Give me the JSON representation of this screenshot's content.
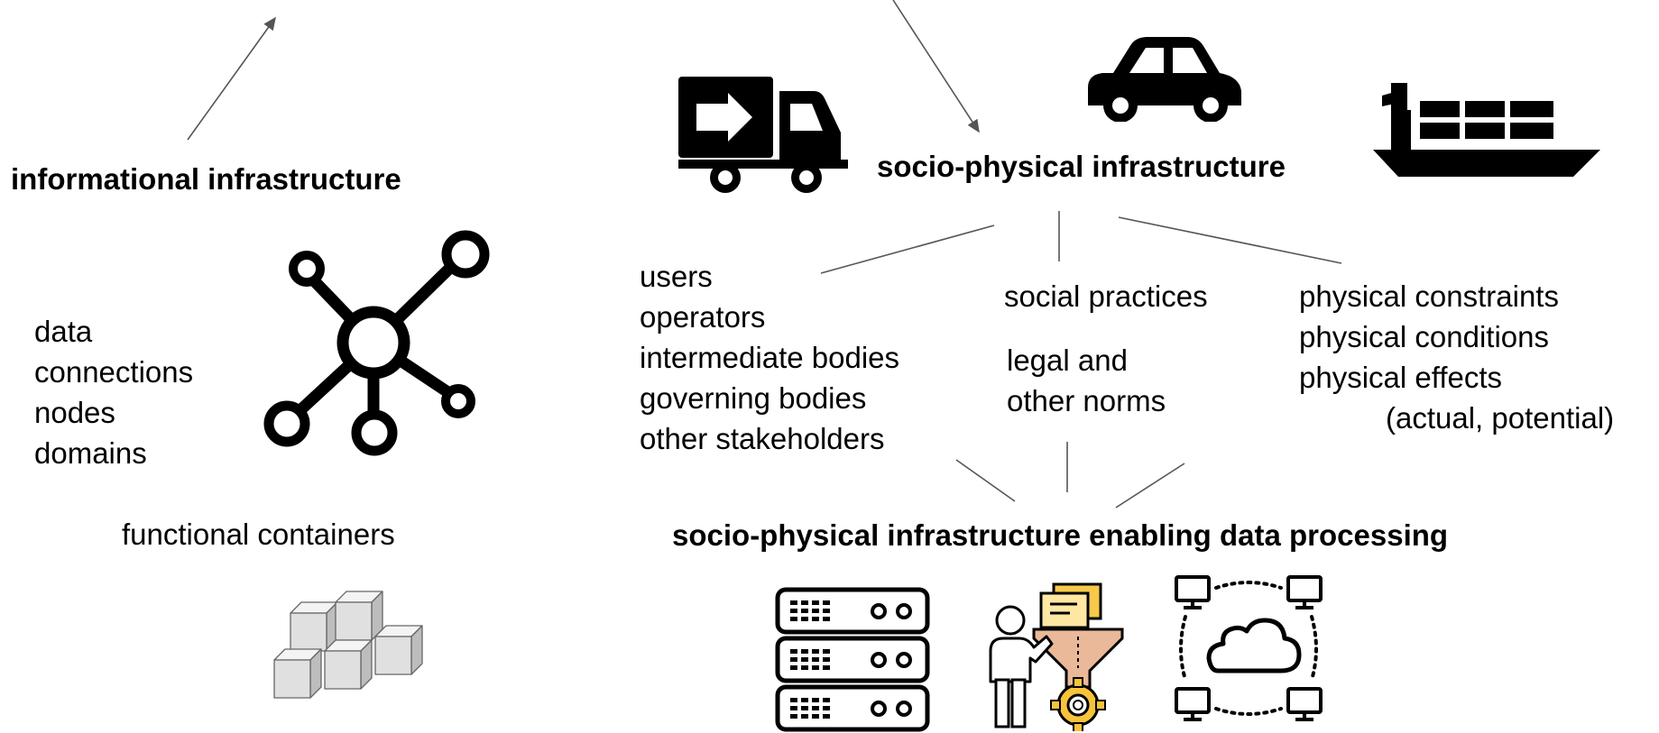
{
  "left_column": {
    "title": "informational infrastructure",
    "items": [
      "data",
      "connections",
      "nodes",
      "domains"
    ],
    "containers_label": "functional containers"
  },
  "top_center": {
    "title": "socio-physical infrastructure"
  },
  "branches": {
    "actors": [
      "users",
      "operators",
      "intermediate bodies",
      "governing bodies",
      "other stakeholders"
    ],
    "practices": "social practices",
    "norms": [
      "legal and",
      "other norms"
    ],
    "physical": [
      "physical constraints",
      "physical conditions",
      "physical effects"
    ],
    "physical_note": "(actual, potential)"
  },
  "bottom": {
    "title": "socio-physical infrastructure enabling data processing"
  },
  "icons": {
    "truck": "truck-icon",
    "car": "car-icon",
    "ship": "cargo-ship-icon",
    "network": "network-hub-icon",
    "cubes": "cubes-icon",
    "server": "server-rack-icon",
    "funnel": "data-funnel-person-icon",
    "cloud": "cloud-network-icon"
  }
}
